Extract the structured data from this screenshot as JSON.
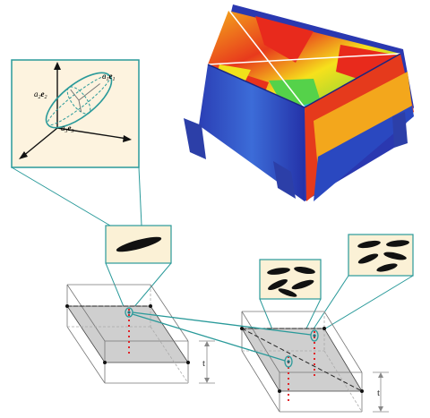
{
  "colors": {
    "teal": "#2a9a9a",
    "callout_fill": "#fbf1d6",
    "inset_fill": "#fdf3df",
    "plate_fill": "#cfcfcf",
    "edge": "#6e6e6e",
    "vector_red": "#e0262a",
    "dim_line": "#888888",
    "fiber": "#111111"
  },
  "ellipsoid": {
    "label_1": {
      "coef": "a",
      "sub": "1",
      "vec": "e",
      "vsub": "1"
    },
    "label_2": {
      "coef": "a",
      "sub": "2",
      "vec": "e",
      "vsub": "2"
    },
    "label_3": {
      "coef": "a",
      "sub": "3",
      "vec": "e",
      "vsub": "3"
    }
  },
  "icons": {
    "part": "fem-box-part-contour-icon",
    "ellipsoid": "orientation-ellipsoid-icon",
    "fibers": "fiber-orientation-icon"
  },
  "thickness_label": "t",
  "thickness_label_right": "t"
}
